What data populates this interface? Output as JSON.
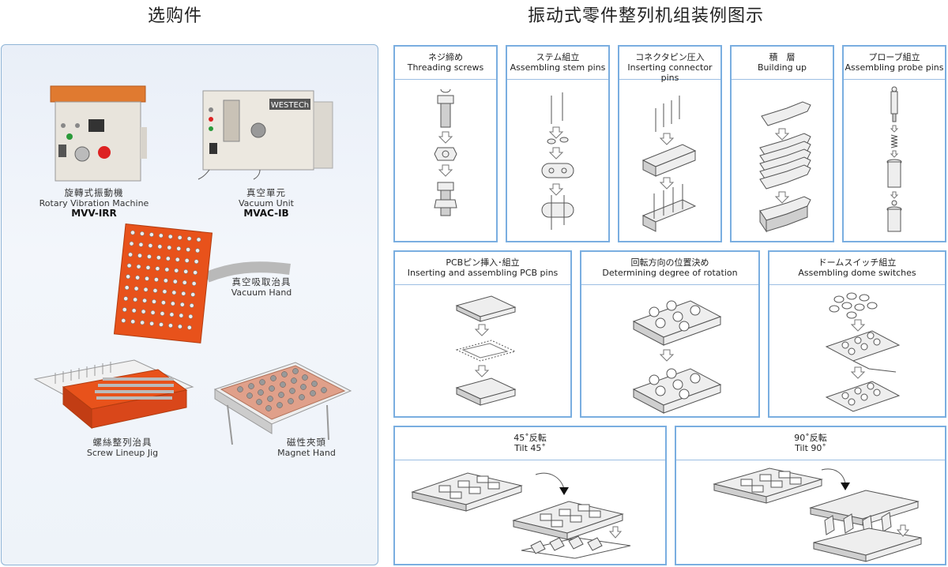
{
  "headings": {
    "left": "选购件",
    "right": "振动式零件整列机组装例图示"
  },
  "products": [
    {
      "cn": "旋轉式振動機",
      "en": "Rotary Vibration Machine",
      "model": "MVV-IRR"
    },
    {
      "cn": "真空單元",
      "en": "Vacuum Unit",
      "model": "MVAC-IB"
    },
    {
      "cn": "真空吸取治具",
      "en": "Vacuum Hand",
      "model": ""
    },
    {
      "cn": "螺絲整列治具",
      "en": "Screw Lineup Jig",
      "model": ""
    },
    {
      "cn": "磁性夾頭",
      "en": "Magnet Hand",
      "model": ""
    }
  ],
  "vacuum_brand": "WESTECh",
  "examples": [
    {
      "jp": "ネジ締め",
      "en": "Threading screws"
    },
    {
      "jp": "ステム組立",
      "en": "Assembling stem pins"
    },
    {
      "jp": "コネクタピン圧入",
      "en": "Inserting connector pins"
    },
    {
      "jp": "積　層",
      "en": "Building up"
    },
    {
      "jp": "プローブ組立",
      "en": "Assembling probe pins"
    },
    {
      "jp": "PCBピン挿入･組立",
      "en": "Inserting and assembling PCB pins"
    },
    {
      "jp": "回転方向の位置決め",
      "en": "Determining degree of rotation"
    },
    {
      "jp": "ドームスイッチ組立",
      "en": "Assembling dome switches"
    },
    {
      "jp": "45˚反転",
      "en": "Tilt 45˚"
    },
    {
      "jp": "90˚反転",
      "en": "Tilt 90˚"
    }
  ],
  "colors": {
    "card_border": "#7aaee0",
    "panel_border": "#8fb4d6",
    "jig_orange": "#e8521b"
  }
}
